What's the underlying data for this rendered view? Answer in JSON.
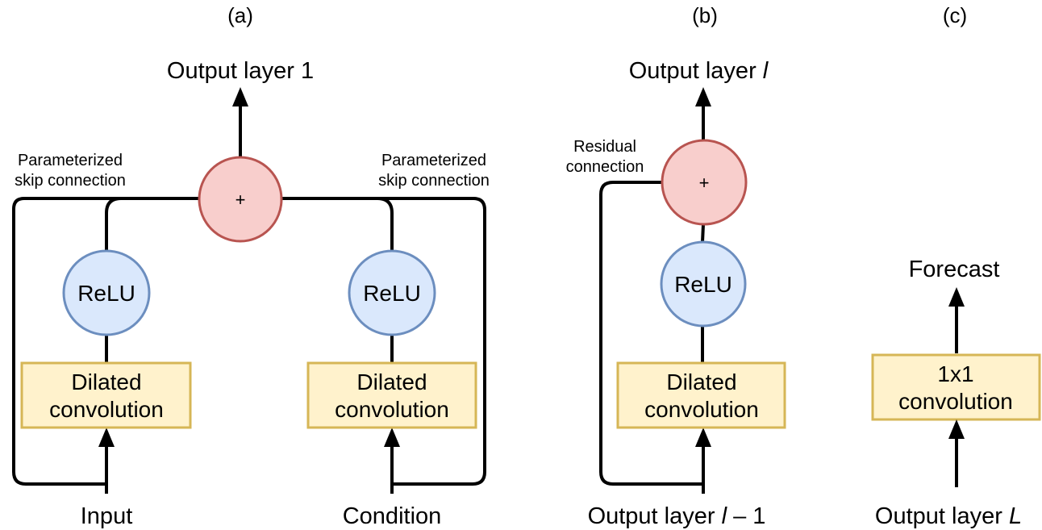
{
  "colors": {
    "adder_fill": "#f8cecc",
    "adder_stroke": "#b85450",
    "relu_fill": "#dae8fc",
    "relu_stroke": "#6c8ebf",
    "conv_fill": "#fff2cc",
    "conv_stroke": "#d6b656",
    "wire": "#000000"
  },
  "panels": {
    "a": {
      "label": "(a)",
      "output": "Output layer 1",
      "adder_symbol": "+",
      "skip_left": [
        "Parameterized",
        "skip connection"
      ],
      "skip_right": [
        "Parameterized",
        "skip connection"
      ],
      "relu_left": "ReLU",
      "relu_right": "ReLU",
      "conv_left": [
        "Dilated",
        "convolution"
      ],
      "conv_right": [
        "Dilated",
        "convolution"
      ],
      "input_left": "Input",
      "input_right": "Condition"
    },
    "b": {
      "label": "(b)",
      "output_prefix": "Output layer ",
      "output_var": "l",
      "adder_symbol": "+",
      "residual": [
        "Residual",
        "connection"
      ],
      "relu": "ReLU",
      "conv": [
        "Dilated",
        "convolution"
      ],
      "input_prefix": "Output layer ",
      "input_var": "l",
      "input_suffix": " – 1"
    },
    "c": {
      "label": "(c)",
      "output": "Forecast",
      "conv": [
        "1x1",
        "convolution"
      ],
      "input_prefix": "Output layer ",
      "input_var": "L"
    }
  }
}
